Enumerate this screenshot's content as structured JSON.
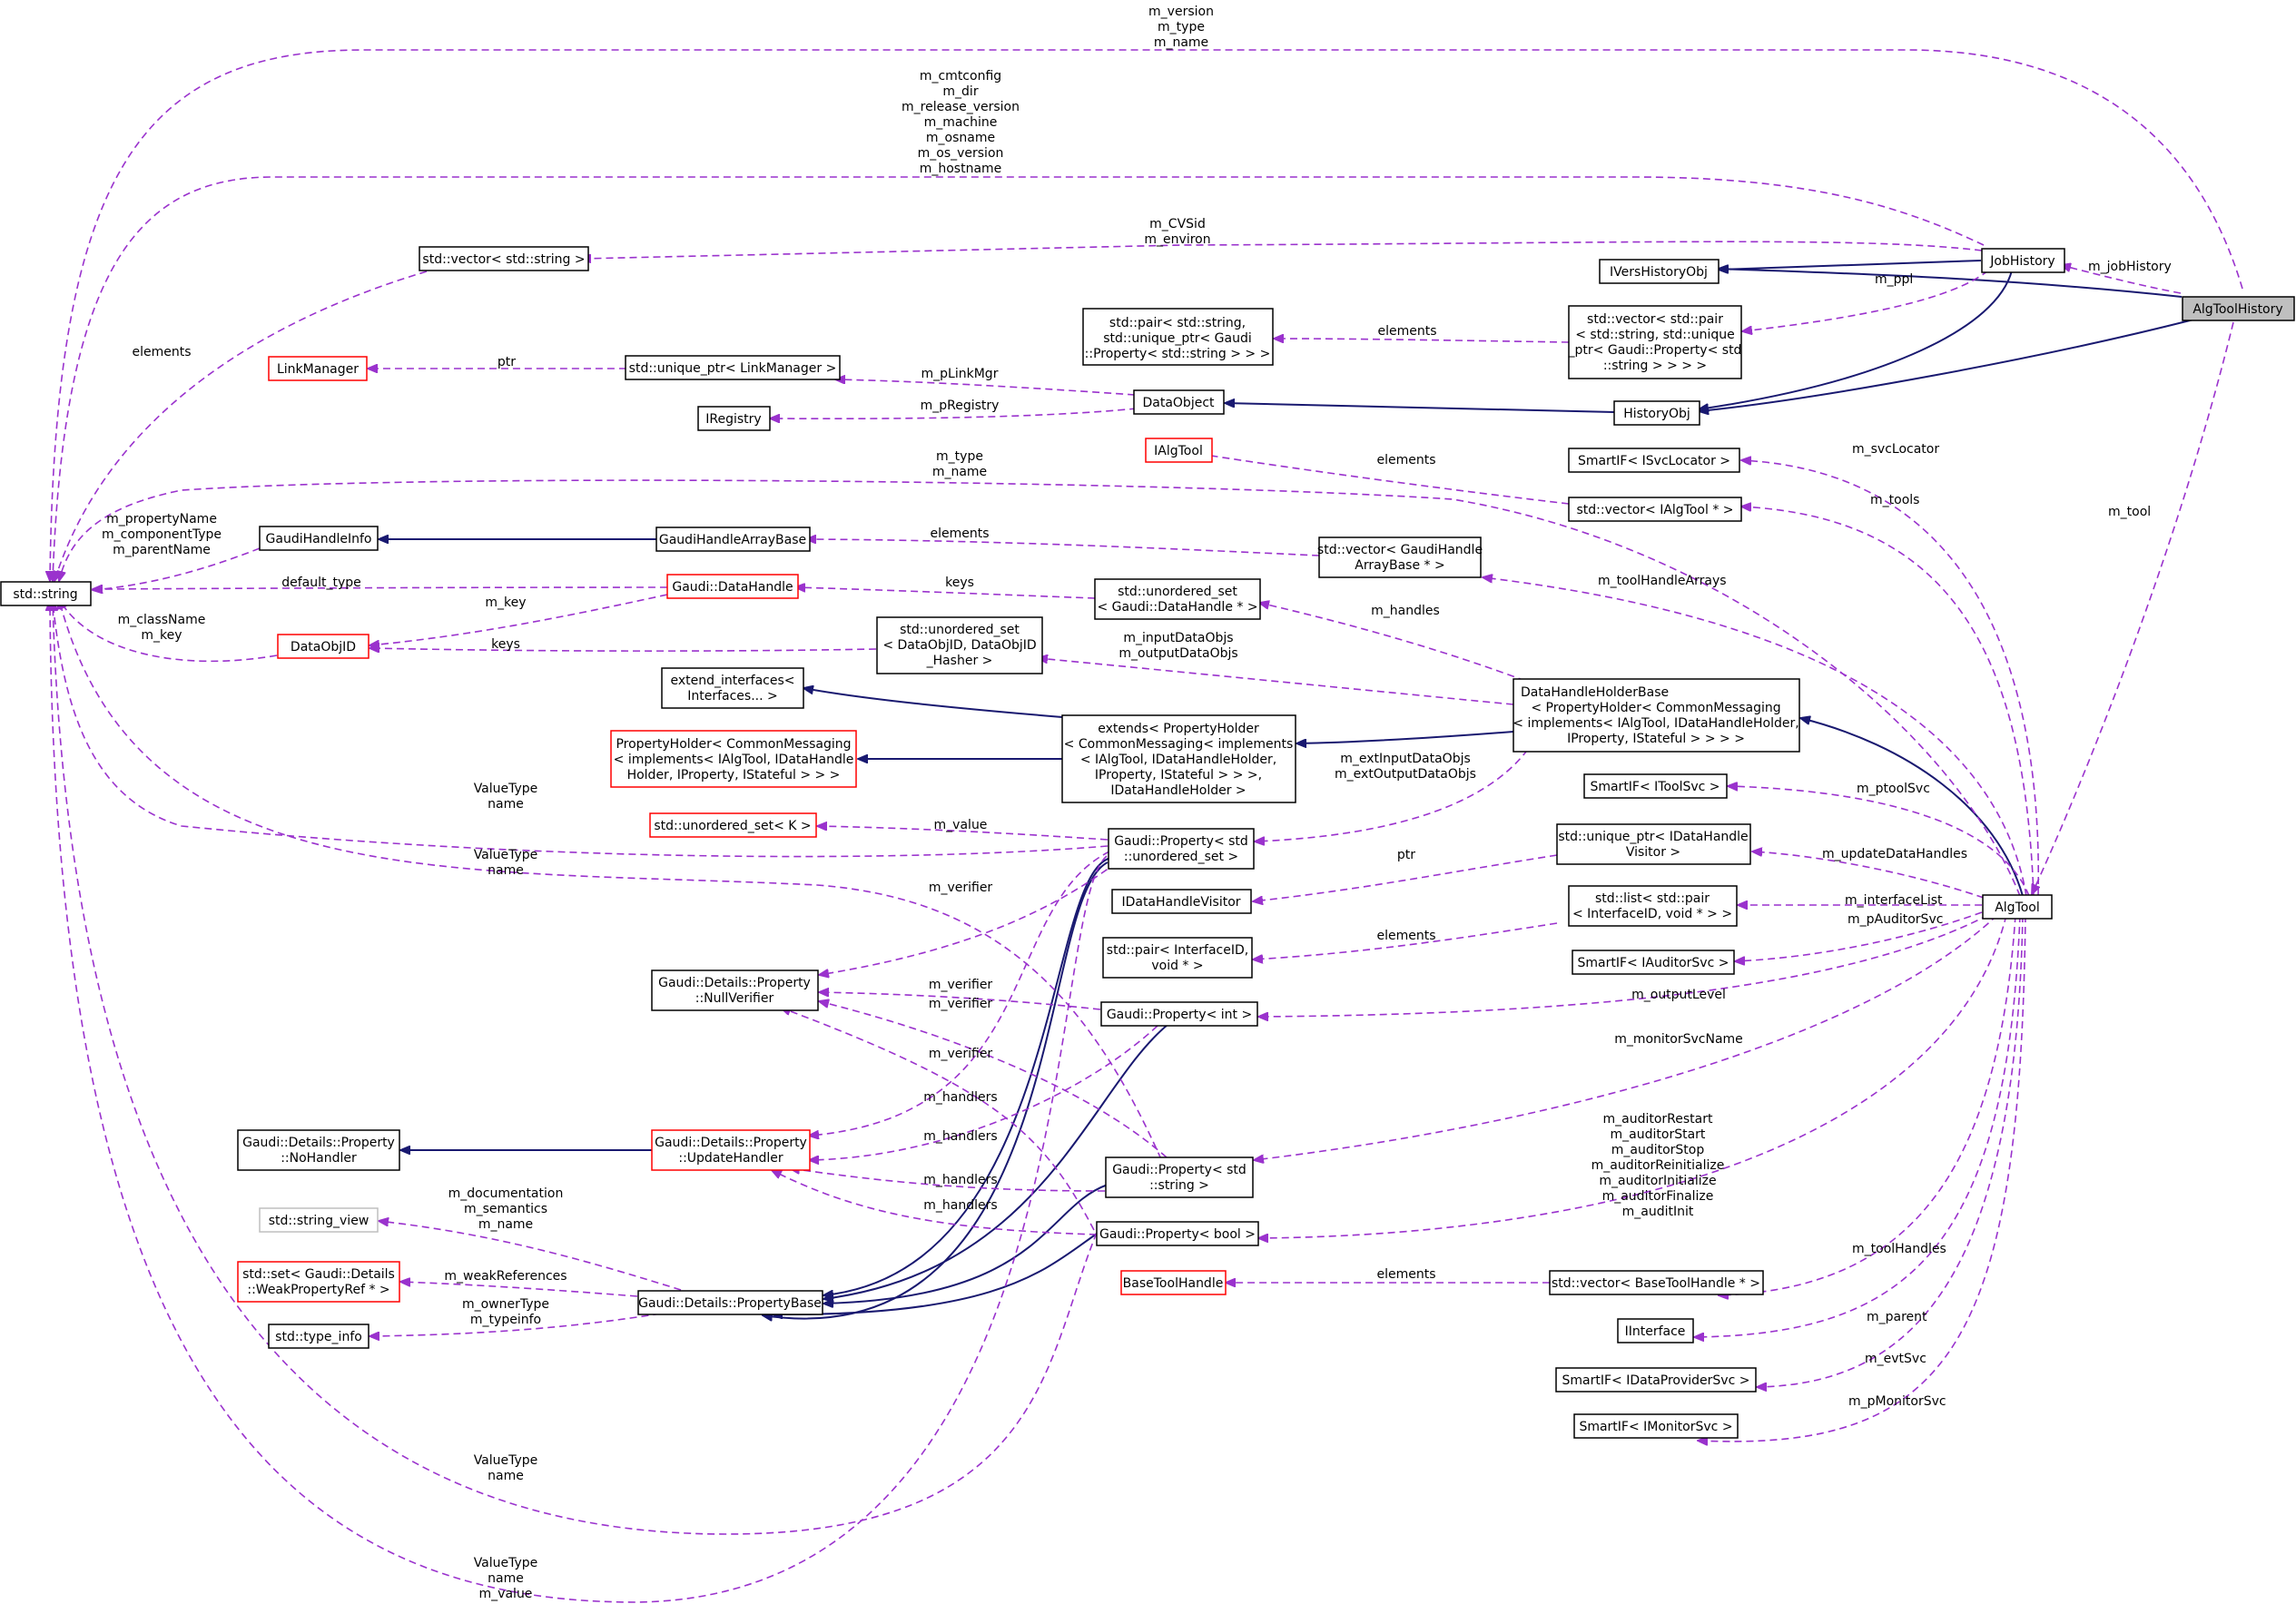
{
  "nodes": {
    "algtoolhistory": "AlgToolHistory",
    "jobhistory": "JobHistory",
    "iverhistoryobj": "IVersHistoryObj",
    "historyobj": "HistoryObj",
    "vec_pair_string": [
      "std::vector< std::pair",
      "< std::string, std::unique",
      "_ptr< Gaudi::Property< std",
      "::string > > > >"
    ],
    "pair_string": [
      "std::pair< std::string,",
      "std::unique_ptr< Gaudi",
      "::Property< std::string > > >"
    ],
    "vector_string": "std::vector< std::string >",
    "linkmanager": "LinkManager",
    "unique_ptr_linkmanager": "std::unique_ptr< LinkManager >",
    "dataobject": "DataObject",
    "iregistry": "IRegistry",
    "ialgtool": "IAlgTool",
    "smartif_isvclocator": "SmartIF< ISvcLocator >",
    "vector_ialgtool": "std::vector< IAlgTool * >",
    "std_string": "std::string",
    "gaudihandleinfo": "GaudiHandleInfo",
    "gaudihandlearraybase": "GaudiHandleArrayBase",
    "vector_gaudihandlearraybase": [
      "std::vector< GaudiHandle",
      "ArrayBase * >"
    ],
    "gaudi_datahandle": "Gaudi::DataHandle",
    "unordered_set_datahandle": [
      "std::unordered_set",
      "< Gaudi::DataHandle * >"
    ],
    "dataobjid": "DataObjID",
    "unordered_set_dataobjid": [
      "std::unordered_set",
      "< DataObjID, DataObjID",
      "_Hasher >"
    ],
    "extend_interfaces": [
      "extend_interfaces<",
      "Interfaces... >"
    ],
    "propertyholder": [
      "PropertyHolder< CommonMessaging",
      "< implements< IAlgTool, IDataHandle",
      "Holder, IProperty, IStateful > > >"
    ],
    "extends": [
      "extends< PropertyHolder",
      "< CommonMessaging< implements",
      "< IAlgTool, IDataHandleHolder,",
      "IProperty, IStateful > > >,",
      "IDataHandleHolder >"
    ],
    "datahandleholderbase": [
      "DataHandleHolderBase",
      "< PropertyHolder< CommonMessaging",
      "< implements< IAlgTool, IDataHandleHolder,",
      "IProperty, IStateful > > > >"
    ],
    "smartif_itoolsvc": "SmartIF< IToolSvc >",
    "unordered_set_k": "std::unordered_set< K >",
    "property_unordered_set": [
      "Gaudi::Property< std",
      "::unordered_set >"
    ],
    "unique_ptr_idatahandlevisitor": [
      "std::unique_ptr< IDataHandle",
      "Visitor >"
    ],
    "idatahandlevisitor": "IDataHandleVisitor",
    "list_pair_interfaceid": [
      "std::list< std::pair",
      "< InterfaceID, void * > >"
    ],
    "algtool": "AlgTool",
    "pair_interfaceid": [
      "std::pair< InterfaceID,",
      "void * >"
    ],
    "smartif_iauditorsvc": "SmartIF< IAuditorSvc >",
    "nullverifier": [
      "Gaudi::Details::Property",
      "::NullVerifier"
    ],
    "property_int": "Gaudi::Property< int >",
    "nohandler": [
      "Gaudi::Details::Property",
      "::NoHandler"
    ],
    "updatehandler": [
      "Gaudi::Details::Property",
      "::UpdateHandler"
    ],
    "property_string": [
      "Gaudi::Property< std",
      "::string >"
    ],
    "string_view": "std::string_view",
    "property_bool": "Gaudi::Property< bool >",
    "set_weakpropertyref": [
      "std::set< Gaudi::Details",
      "::WeakPropertyRef * >"
    ],
    "propertybase": "Gaudi::Details::PropertyBase",
    "basetoolhandle": "BaseToolHandle",
    "vector_basetoolhandle": "std::vector< BaseToolHandle * >",
    "type_info": "std::type_info",
    "iinterface": "IInterface",
    "smartif_idataprovidersvc": "SmartIF< IDataProviderSvc >",
    "smartif_imonitorsvc": "SmartIF< IMonitorSvc >"
  },
  "edge_labels": {
    "top_loop": [
      "m_version",
      "m_type",
      "m_name"
    ],
    "jobhistory_loop": [
      "m_cmtconfig",
      "m_dir",
      "m_release_version",
      "m_machine",
      "m_osname",
      "m_os_version",
      "m_hostname"
    ],
    "cvsid": [
      "m_CVSid",
      "m_environ"
    ],
    "m_jobhistory": "m_jobHistory",
    "m_ppl": "m_ppl",
    "elements_pair": "elements",
    "elements_vecstr": "elements",
    "ptr_linkmanager": "ptr",
    "m_plinkmgr": "m_pLinkMgr",
    "m_pregistry": "m_pRegistry",
    "m_type_name": [
      "m_type",
      "m_name"
    ],
    "elements_ialgtool": "elements",
    "m_svclocator": "m_svcLocator",
    "m_tools": "m_tools",
    "m_tool": "m_tool",
    "handleinfo_fields": [
      "m_propertyName",
      "m_componentType",
      "m_parentName"
    ],
    "elements_handlearray": "elements",
    "m_toolhandlearrays": "m_toolHandleArrays",
    "default_type": "default_type",
    "keys_datahandle": "keys",
    "m_key": "m_key",
    "m_handles": "m_handles",
    "classname_key": [
      "m_className",
      "m_key"
    ],
    "keys_dataobjid": "keys",
    "inputoutput": [
      "m_inputDataObjs",
      "m_outputDataObjs"
    ],
    "valuetype_name_1": [
      "ValueType",
      "name"
    ],
    "ext_inout": [
      "m_extInputDataObjs",
      "m_extOutputDataObjs"
    ],
    "m_ptoolsvc": "m_ptoolSvc",
    "m_value": "m_value",
    "valuetype_name_2": [
      "ValueType",
      "name"
    ],
    "m_verifier_1": "m_verifier",
    "ptr_visitor": "ptr",
    "m_updatedatahandles": "m_updateDataHandles",
    "m_interfacelist": "m_interfaceList",
    "elements_interfaceid": "elements",
    "m_pauditorsvc": "m_pAuditorSvc",
    "m_verifier_2": "m_verifier",
    "m_verifier_3": "m_verifier",
    "m_outputlevel": "m_outputLevel",
    "m_monitorsvcname": "m_monitorSvcName",
    "m_verifier_4": "m_verifier",
    "m_handlers_1": "m_handlers",
    "m_handlers_2": "m_handlers",
    "auditors": [
      "m_auditorRestart",
      "m_auditorStart",
      "m_auditorStop",
      "m_auditorReinitialize",
      "m_auditorInitialize",
      "m_auditorFinalize",
      "m_auditInit"
    ],
    "m_handlers_3": "m_handlers",
    "m_handlers_4": "m_handlers",
    "doc_sem_name": [
      "m_documentation",
      "m_semantics",
      "m_name"
    ],
    "m_weakreferences": "m_weakReferences",
    "elements_basetoolhandle": "elements",
    "m_toolhandles": "m_toolHandles",
    "ownertype": [
      "m_ownerType",
      "m_typeinfo"
    ],
    "m_parent": "m_parent",
    "m_evtsvc": "m_evtSvc",
    "m_pmonitorsvc": "m_pMonitorSvc",
    "valuetype_name_3": [
      "ValueType",
      "name"
    ],
    "valuetype_name_value": [
      "ValueType",
      "name",
      "m_value"
    ]
  },
  "colors": {
    "inheritance": "#191970",
    "usage": "#9a32cd",
    "external_node_border": "#ff0000",
    "undocumented_node_border": "#bfbfbf",
    "highlight_fill": "#bfbfbf"
  }
}
